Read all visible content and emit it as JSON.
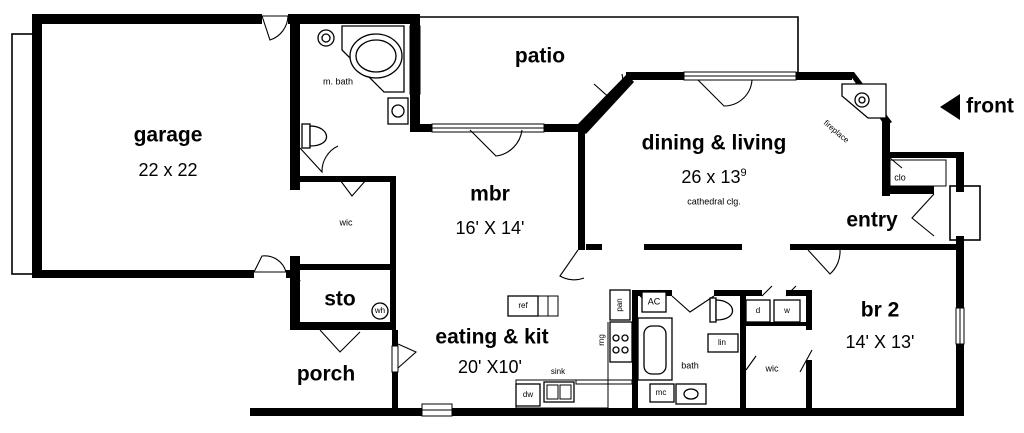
{
  "plan": {
    "front": "front",
    "labels": {
      "garage": "garage",
      "garage_dim": "22 x 22",
      "patio": "patio",
      "m_bath": "m. bath",
      "wic_mbr": "wic",
      "mbr": "mbr",
      "mbr_dim": "16' X 14'",
      "dining_living": "dining & living",
      "dining_living_dim": "26 x 13",
      "dining_living_dim_sup": "9",
      "cathedral": "cathedral clg.",
      "fireplace": "fireplace",
      "clo": "clo",
      "entry": "entry",
      "sto": "sto",
      "wh": "wh",
      "ref": "ref",
      "pan": "pan",
      "ac": "AC",
      "rng": "rng",
      "eating_kit": "eating & kit",
      "eating_kit_dim": "20' X10'",
      "sink": "sink",
      "dw": "dw",
      "porch": "porch",
      "bath": "bath",
      "lin": "lin",
      "mc": "mc",
      "d": "d",
      "w": "w",
      "wic_br2": "wic",
      "br2": "br 2",
      "br2_dim": "14' X 13'"
    }
  }
}
